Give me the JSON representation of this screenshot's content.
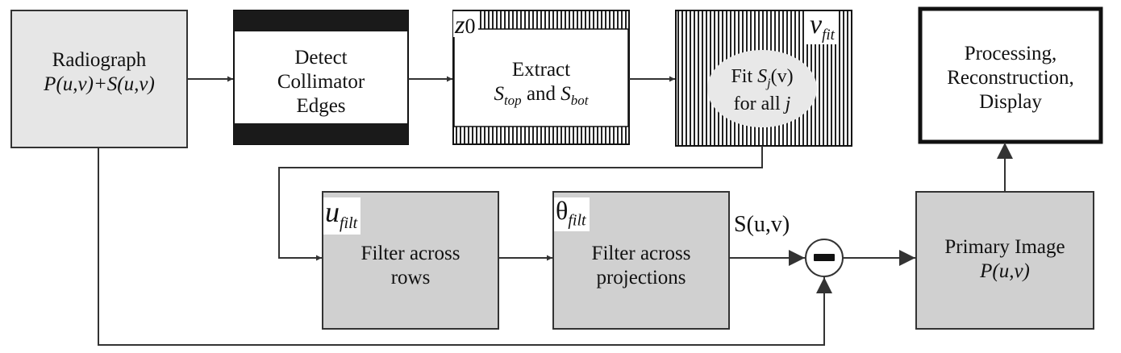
{
  "colors": {
    "box_fill_gray": "#e6e6e6",
    "box_fill_darkgray": "#d0d0d0",
    "line": "#333333",
    "bar": "#1a1a1a"
  },
  "boxes": {
    "radiograph": {
      "line1": "Radiograph",
      "line2": "P(u,v)+S(u,v)"
    },
    "detect": {
      "line1": "Detect",
      "line2": "Collimator",
      "line3": "Edges"
    },
    "extract": {
      "symbol_base": "z",
      "symbol_sub": "0",
      "line1": "Extract",
      "s1": "S",
      "s1_sub": "top",
      "and": "and",
      "s2": "S",
      "s2_sub": "bot"
    },
    "fit": {
      "symbol_base": "v",
      "symbol_sub": "fit",
      "line1": "Fit",
      "s": "S",
      "s_sub": "j",
      "arg": "(v)",
      "line2": "for all",
      "j": "j"
    },
    "processing": {
      "line1": "Processing,",
      "line2": "Reconstruction,",
      "line3": "Display"
    },
    "filter_rows": {
      "symbol_base": "u",
      "symbol_sub": "filt",
      "line1": "Filter across",
      "line2": "rows"
    },
    "filter_proj": {
      "symbol_base": "θ",
      "symbol_sub": "filt",
      "line1": "Filter across",
      "line2": "projections"
    },
    "primary": {
      "line1": "Primary Image",
      "line2": "P(u,v)"
    }
  },
  "arrow_labels": {
    "scatter": "S(u,v)"
  },
  "operators": {
    "subtract": "minus-operator"
  }
}
